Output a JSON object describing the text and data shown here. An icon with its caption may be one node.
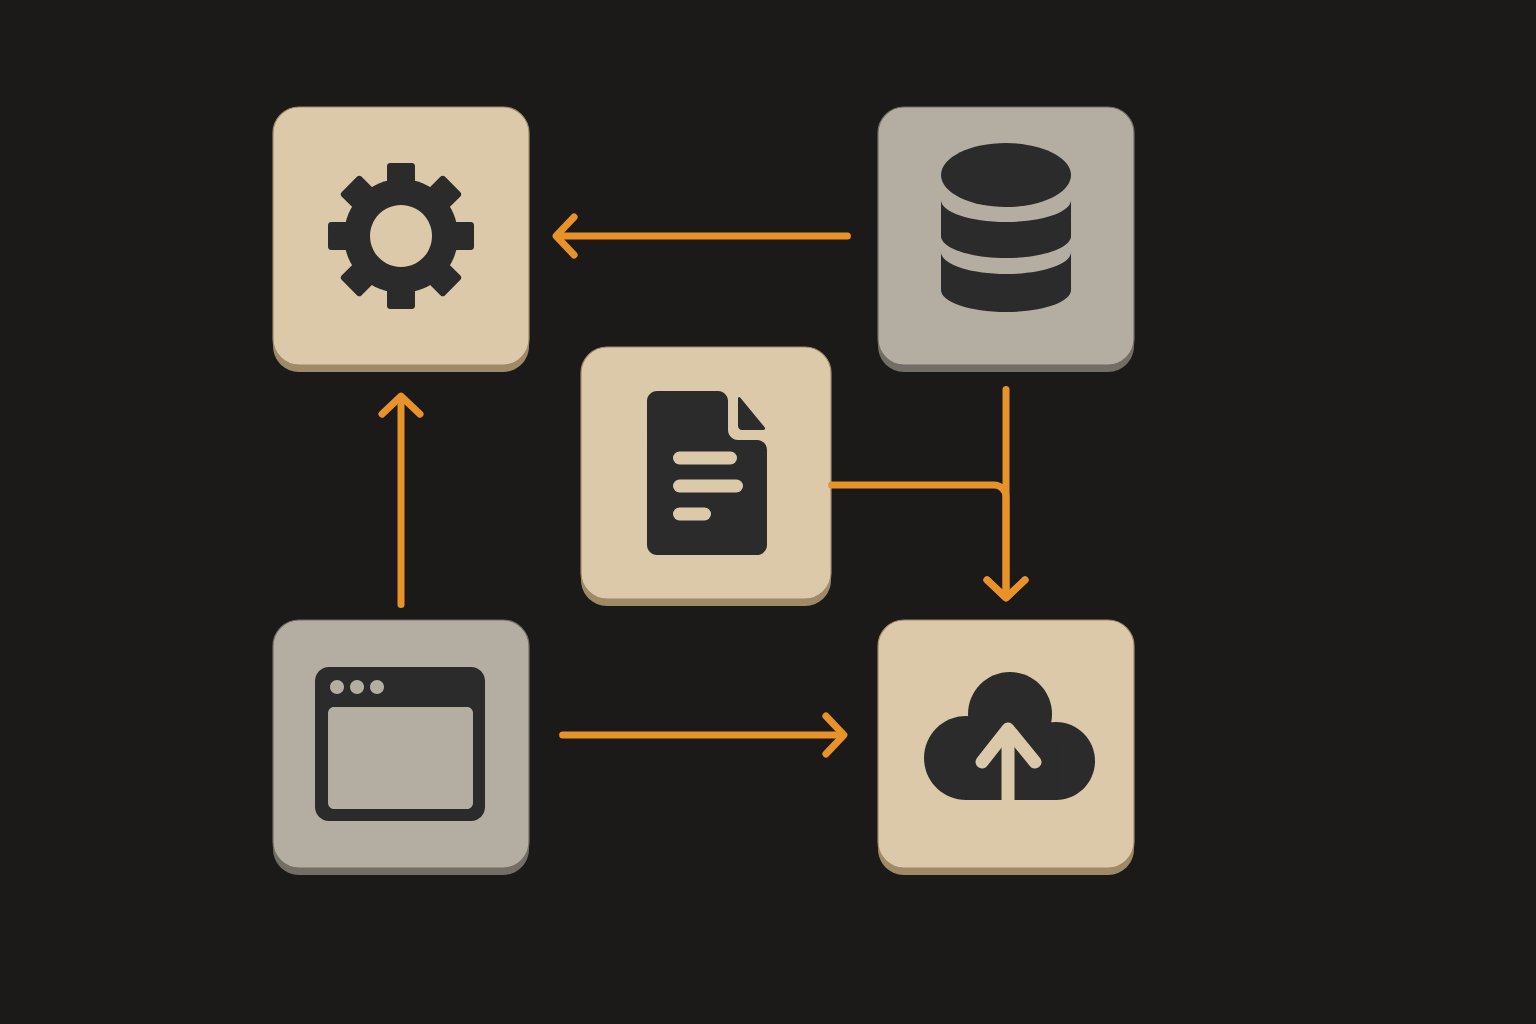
{
  "diagram": {
    "nodes": [
      {
        "text": [],
        "shape": "gear"
      },
      {
        "text": [],
        "shape": "cylinder"
      },
      {
        "text": [],
        "shape": "document"
      },
      {
        "text": [],
        "shape": "window"
      },
      {
        "text": [],
        "shape": "cloud"
      }
    ],
    "edges": [
      {
        "from": 1,
        "to": 0,
        "arrow": "to"
      },
      {
        "from": 3,
        "to": 0,
        "arrow": "to"
      },
      {
        "from": 3,
        "to": 4,
        "arrow": "to"
      },
      {
        "from": 1,
        "to": 4,
        "arrow": "to"
      },
      {
        "from": 2,
        "to": 4,
        "arrow": "to"
      }
    ]
  }
}
